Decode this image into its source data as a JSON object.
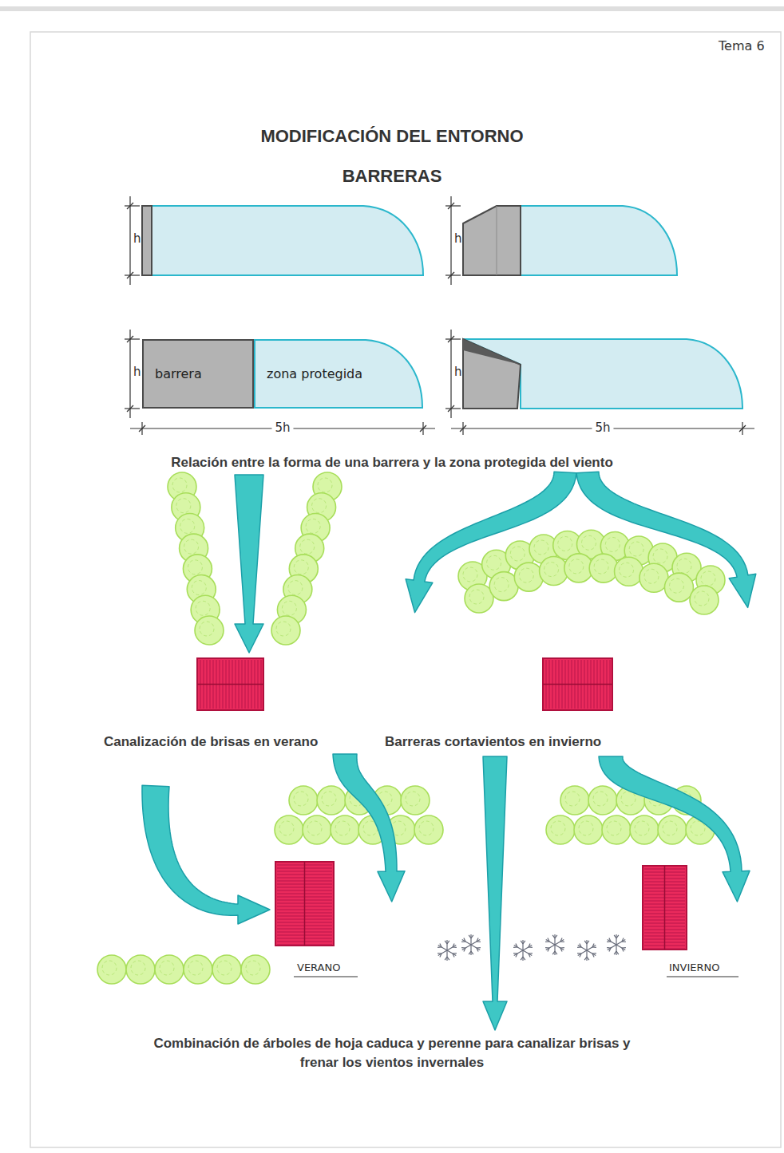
{
  "diagram": {
    "title": "MODIFICACIÓN DEL ENTORNO",
    "caption": "Combinación de árboles de hoja caduca y perenne para canalizar brisas y frenar los vientos invernales",
    "nodes": [
      {
        "text": [
          "barrera"
        ]
      },
      {
        "text": [
          "zona protegida"
        ]
      }
    ],
    "labels": [
      "Tema 6",
      "BARRERAS",
      "h",
      "h",
      "h",
      "h",
      "5h",
      "5h",
      "Relación entre la forma de una barrera y la zona protegida del viento",
      "Canalización de brisas en verano",
      "Barreras cortavientos en invierno",
      "VERANO",
      "INVIERNO"
    ]
  }
}
